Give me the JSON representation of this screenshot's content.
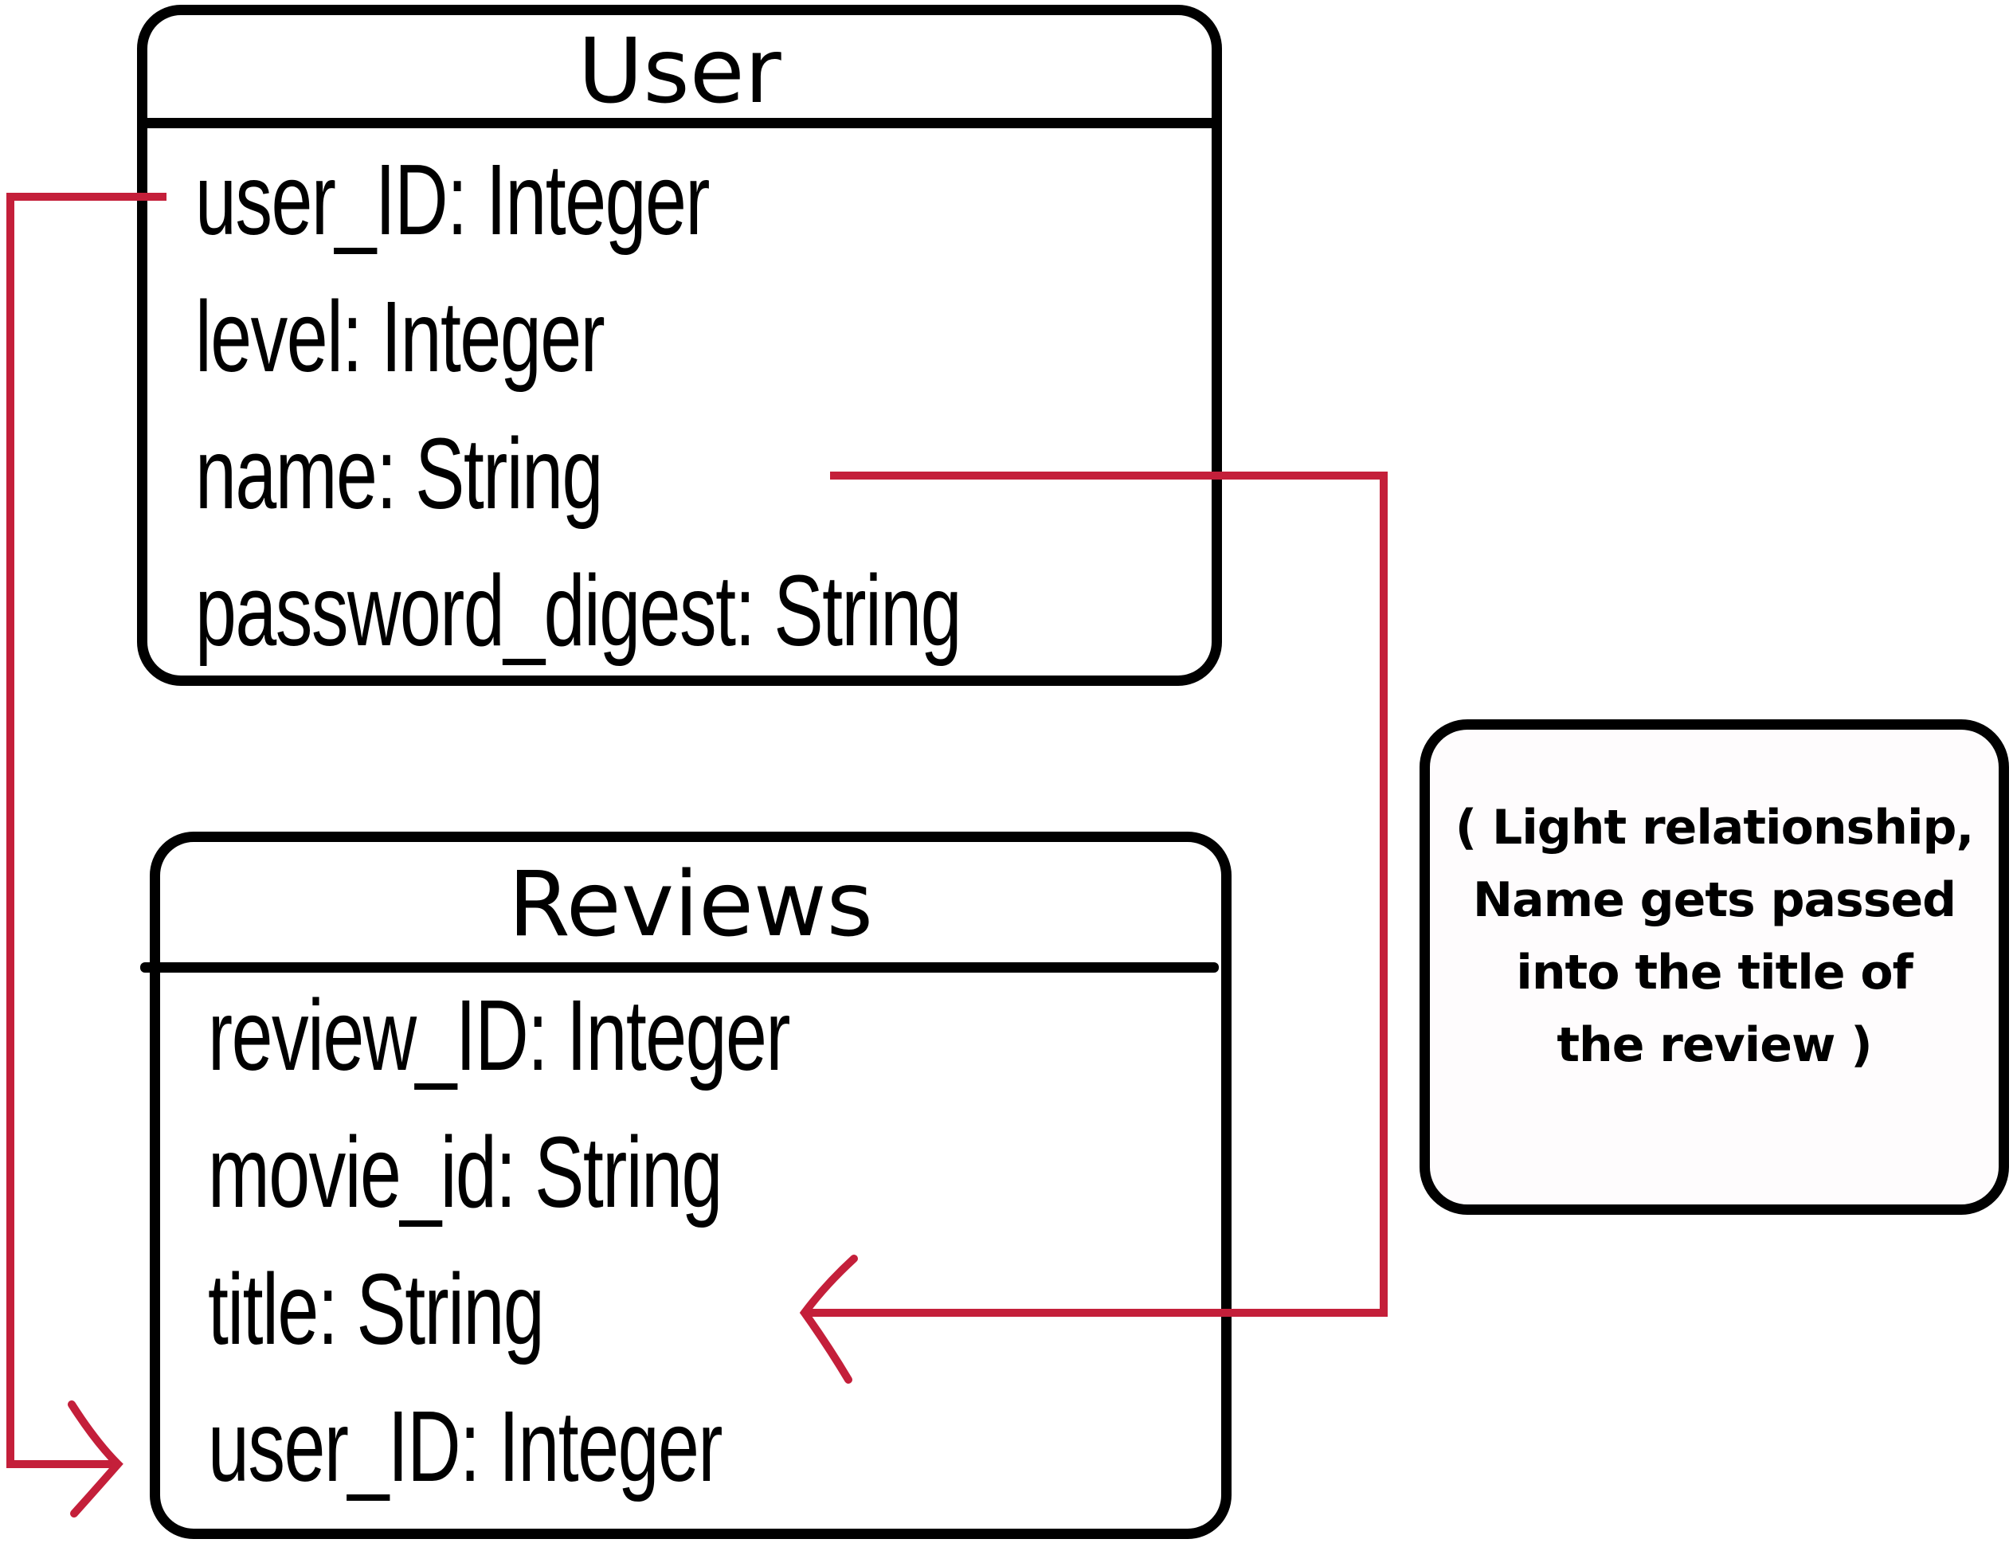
{
  "user_entity": {
    "title": "User",
    "attributes": [
      "user_ID: Integer",
      "level: Integer",
      "name: String",
      "password_digest: String"
    ]
  },
  "reviews_entity": {
    "title": "Reviews",
    "attributes": [
      "review_ID: Integer",
      "movie_id: String",
      "title: String",
      "user_ID: Integer"
    ]
  },
  "note": {
    "lines": [
      "( Light relationship,",
      "Name gets passed",
      "into the title of",
      "the review )"
    ]
  },
  "colors": {
    "connector": "#c41f3a",
    "outline": "#000000"
  }
}
